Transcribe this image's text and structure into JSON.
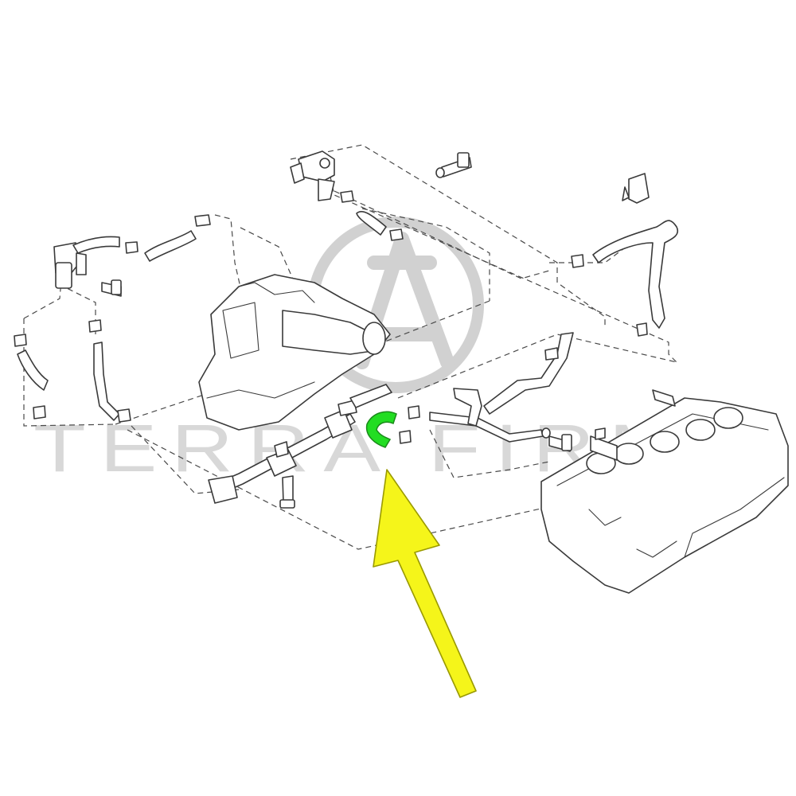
{
  "watermark": {
    "brand_text": "TERRA FIRMA",
    "color": "#b0b0b0"
  },
  "highlight": {
    "part_name": "hose",
    "part_color": "#22dd22",
    "arrow_color": "#f5f51a"
  },
  "diagram": {
    "style": "exploded parts diagram, line art",
    "line_color": "#3a3a3a"
  }
}
